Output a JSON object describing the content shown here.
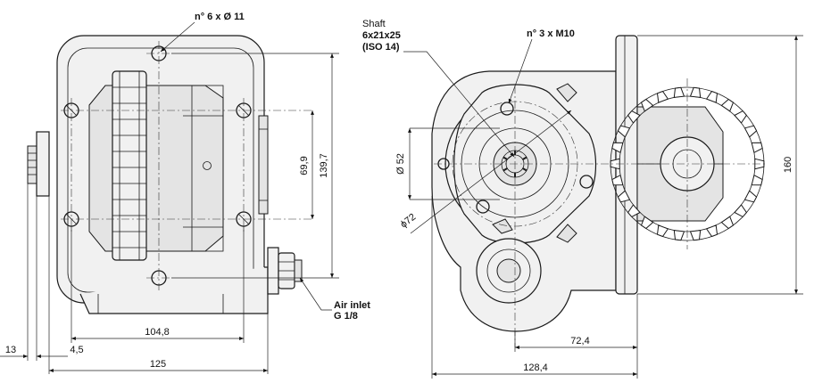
{
  "labels": {
    "bolt_holes": "n° 6 x Ø 11",
    "shaft_1": "Shaft",
    "shaft_2": "6x21x25",
    "shaft_3": "(ISO 14)",
    "threaded_holes": "n° 3 x M10",
    "air_inlet_1": "Air inlet",
    "air_inlet_2": "G 1/8"
  },
  "dimensions": {
    "d_69_9": "69,9",
    "d_139_7": "139,7",
    "d_104_8": "104,8",
    "d_13": "13",
    "d_4_5": "4,5",
    "d_125": "125",
    "d_52": "Ø 52",
    "d_72": "ϕ72",
    "d_72_4": "72,4",
    "d_128_4": "128,4",
    "d_160": "160"
  }
}
